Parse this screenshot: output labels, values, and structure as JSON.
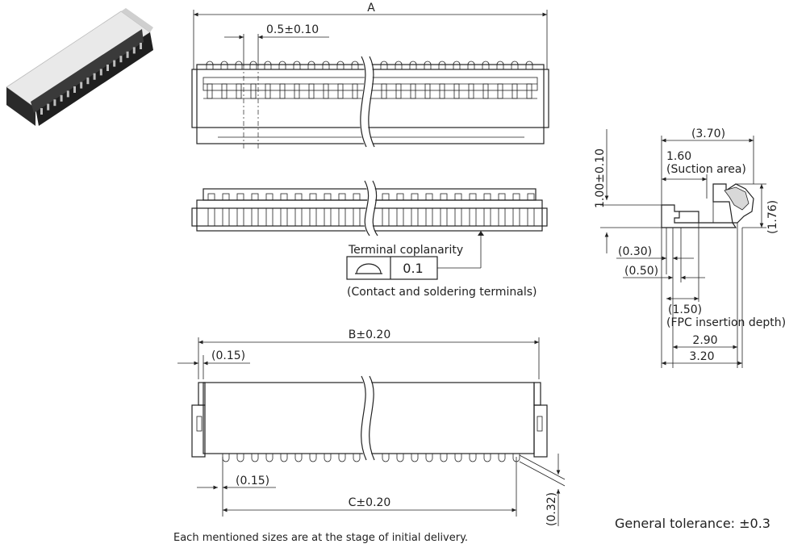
{
  "photo": {
    "icon": "connector-photo"
  },
  "top_view": {
    "dim_A": "A",
    "dim_pitch": "0.5±0.10"
  },
  "front_view": {
    "coplanarity_label": "Terminal coplanarity",
    "coplanarity_value": "0.1",
    "coplanarity_note": "(Contact and soldering terminals)",
    "flatness_icon": "flatness-symbol"
  },
  "bottom_view": {
    "dim_B": "B±0.20",
    "dim_015_top": "(0.15)",
    "dim_015_bottom": "(0.15)",
    "dim_C": "C±0.20",
    "dim_032": "(0.32)"
  },
  "side_view": {
    "dim_370": "(3.70)",
    "dim_160": "1.60",
    "suction_label": "(Suction area)",
    "dim_100": "1.00±0.10",
    "dim_176": "(1.76)",
    "dim_030": "(0.30)",
    "dim_050": "(0.50)",
    "dim_150": "(1.50)",
    "fpc_label": "(FPC insertion depth)",
    "dim_290": "2.90",
    "dim_320": "3.20"
  },
  "footer": {
    "note": "Each mentioned sizes are at the stage of initial delivery.",
    "tolerance": "General tolerance: ±0.3"
  }
}
